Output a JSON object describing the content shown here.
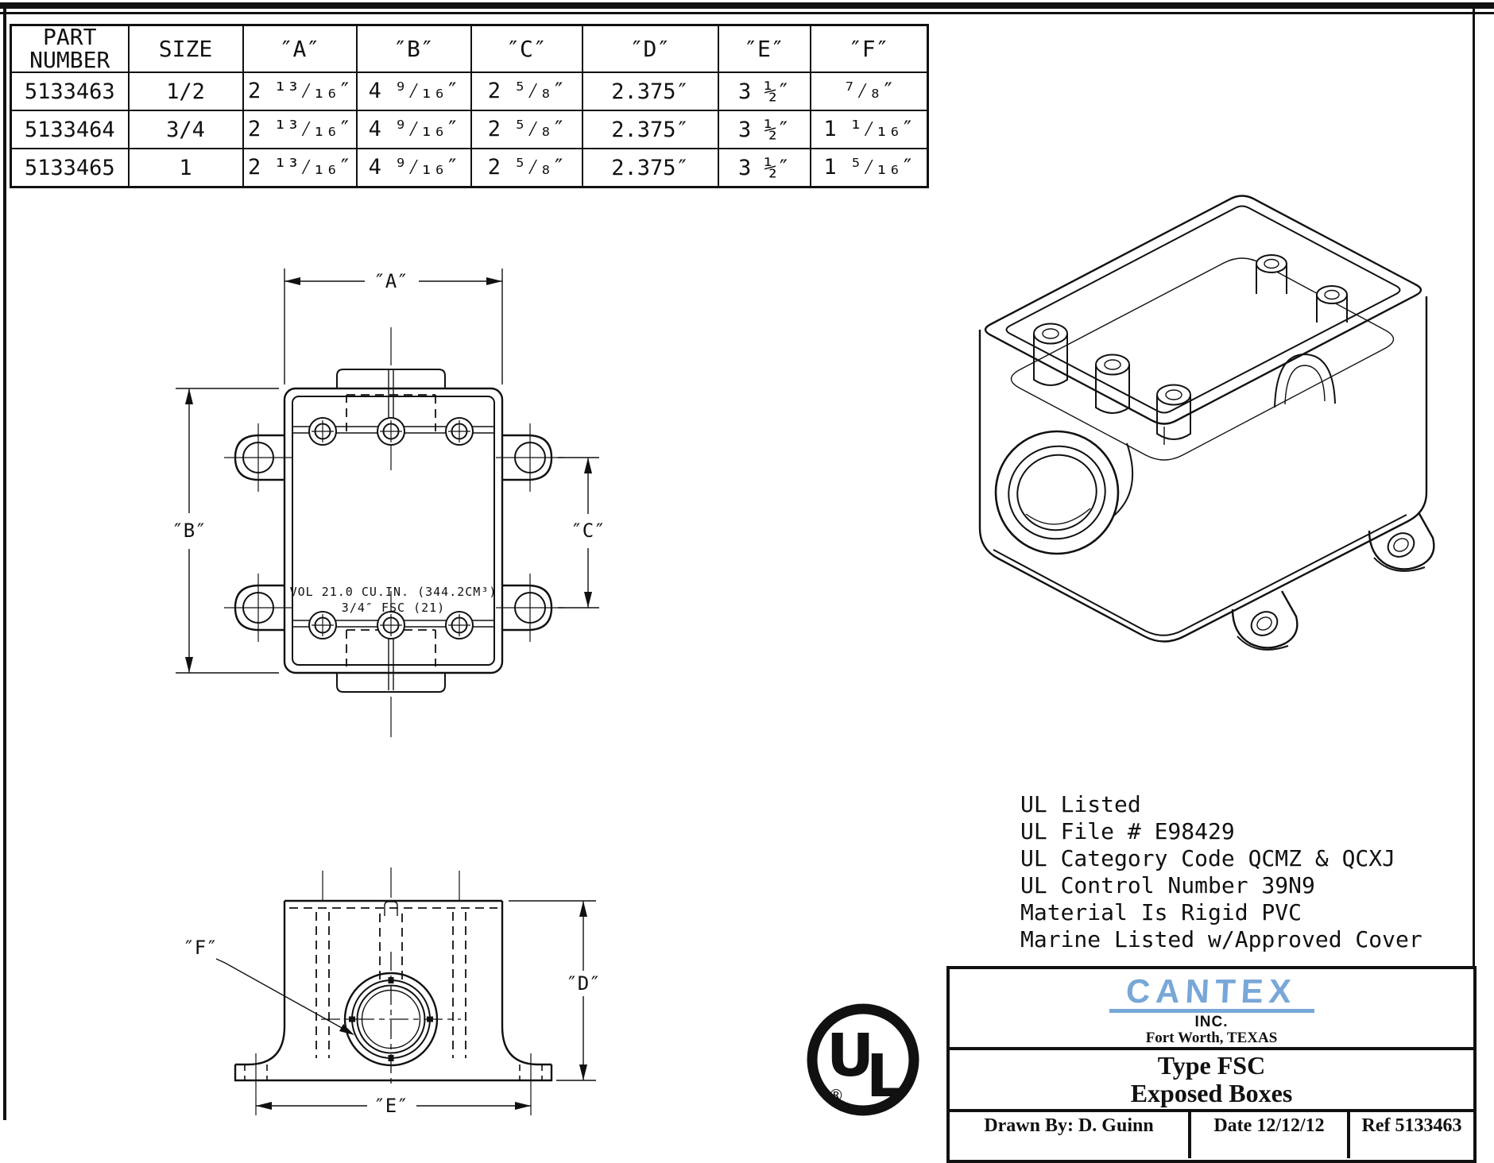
{
  "colors": {
    "ink": "#111111",
    "logo_blue": "#78a7d8"
  },
  "dim_table": {
    "headers": [
      "PART\nNUMBER",
      "SIZE",
      "″A″",
      "″B″",
      "″C″",
      "″D″",
      "″E″",
      "″F″"
    ],
    "rows": [
      [
        "5133463",
        "1/2",
        "2 ¹³⁄₁₆″",
        "4 ⁹⁄₁₆″",
        "2 ⁵⁄₈″",
        "2.375″",
        "3 ½″",
        "⁷⁄₈″"
      ],
      [
        "5133464",
        "3/4",
        "2 ¹³⁄₁₆″",
        "4 ⁹⁄₁₆″",
        "2 ⁵⁄₈″",
        "2.375″",
        "3 ½″",
        "1 ¹⁄₁₆″"
      ],
      [
        "5133465",
        "1",
        "2 ¹³⁄₁₆″",
        "4 ⁹⁄₁₆″",
        "2 ⁵⁄₈″",
        "2.375″",
        "3 ½″",
        "1 ⁵⁄₁₆″"
      ]
    ]
  },
  "front_view": {
    "dim_a": "″A″",
    "dim_b": "″B″",
    "dim_c": "″C″",
    "volume_line1": "VOL 21.0 CU.IN. (344.2CM³)",
    "volume_line2": "3/4″ FSC (21)"
  },
  "bottom_view": {
    "dim_d": "″D″",
    "dim_e": "″E″",
    "dim_f": "″F″"
  },
  "ul_info": {
    "lines": [
      "UL Listed",
      "UL File # E98429",
      "UL Category Code QCMZ & QCXJ",
      "UL Control Number 39N9",
      "Material Is Rigid PVC",
      "Marine Listed w/Approved Cover"
    ]
  },
  "ul_logo": {
    "u": "U",
    "l": "L",
    "registered": "®"
  },
  "title_block": {
    "company": "CANTEX",
    "suffix": "INC.",
    "location": "Fort Worth, TEXAS",
    "product_line1": "Type FSC",
    "product_line2": "Exposed Boxes",
    "drawn_by": "Drawn By: D. Guinn",
    "date": "Date 12/12/12",
    "ref": "Ref 5133463"
  }
}
